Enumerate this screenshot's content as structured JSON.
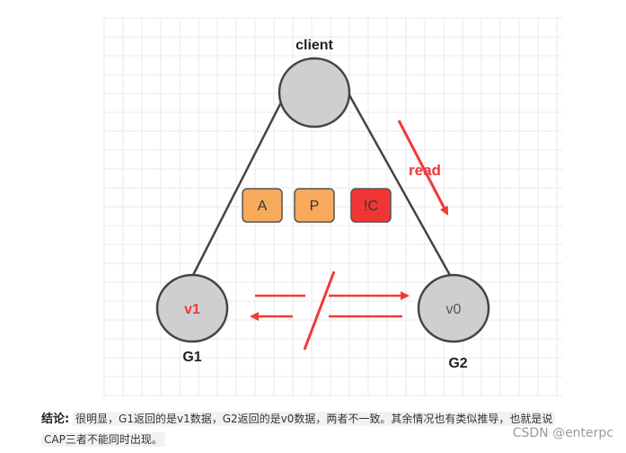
{
  "diagram": {
    "client_label": "client",
    "read_label": "read",
    "node_g1_value": "v1",
    "node_g1_label": "G1",
    "node_g2_value": "v0",
    "node_g2_label": "G2",
    "badges": [
      "A",
      "P",
      "!C"
    ],
    "colors": {
      "node_fill": "#cfcfcf",
      "node_stroke": "#444444",
      "accent_red": "#f03a3a",
      "badge_orange": "#f7a95c",
      "badge_red": "#f03535",
      "grid": "#e9e9e9"
    }
  },
  "caption": {
    "label": "结论:",
    "line1": "很明显，G1返回的是v1数据，G2返回的是v0数据，两者不一致。其余情况也有类似推导，也就是说",
    "line2": "CAP三者不能同时出现。"
  },
  "watermark": "CSDN @enterpc"
}
